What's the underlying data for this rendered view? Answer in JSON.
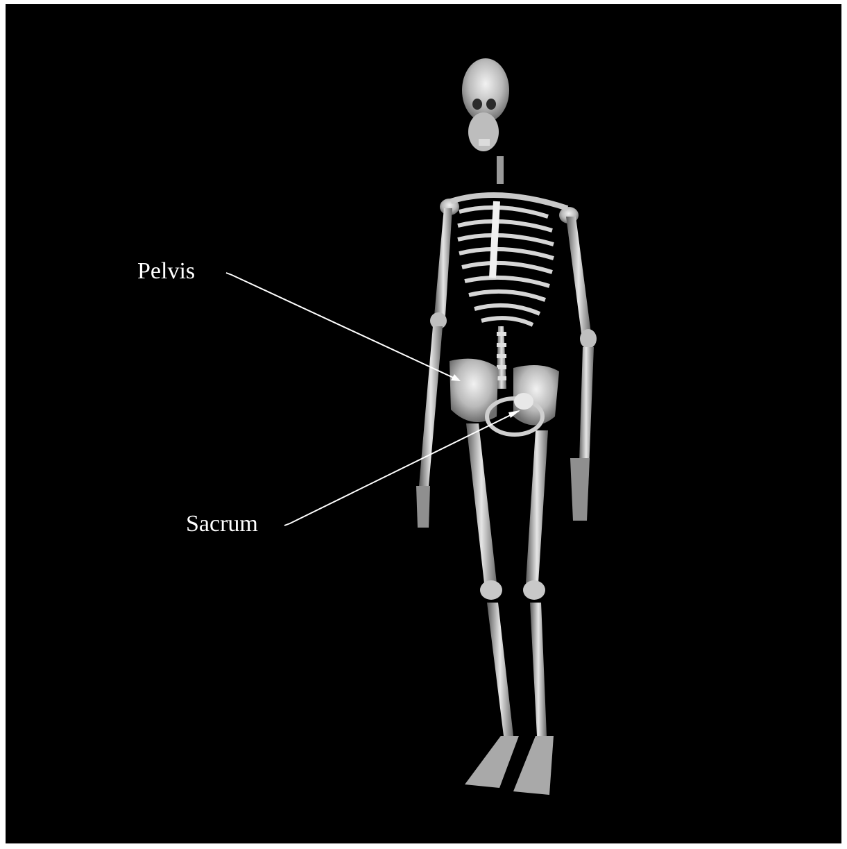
{
  "figure": {
    "background": "#000000",
    "subject": "skeleton-figure",
    "labels": [
      {
        "text": "Pelvis"
      },
      {
        "text": "Sacrum"
      }
    ]
  }
}
